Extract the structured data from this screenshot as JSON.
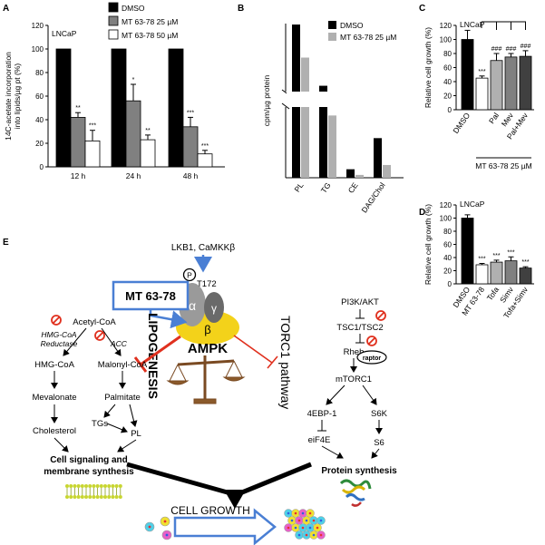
{
  "panel_letters": {
    "a": "A",
    "b": "B",
    "c": "C",
    "d": "D",
    "e": "E"
  },
  "chart_data": [
    {
      "type": "bar",
      "panel": "A",
      "cell_line": "LNCaP",
      "ylabel": "14C-acetate incorporation into lipids/µg pt (%)",
      "ylabel_lines": [
        "14C-acetate incorporation",
        "into lipids/µg pt (%)"
      ],
      "ylim": [
        0,
        120
      ],
      "yticks": [
        "0",
        "20",
        "40",
        "60",
        "80",
        "100",
        "120"
      ],
      "categories": [
        "12 h",
        "24 h",
        "48 h"
      ],
      "series": [
        {
          "name": "DMSO",
          "color": "#000000",
          "values": [
            100,
            100,
            100
          ],
          "errors": [
            0,
            0,
            0
          ],
          "stars": [
            "",
            "",
            ""
          ]
        },
        {
          "name": "MT 63-78 25 µM",
          "color": "#808080",
          "values": [
            42,
            56,
            34
          ],
          "errors": [
            4,
            14,
            8
          ],
          "stars": [
            "**",
            "*",
            "***"
          ]
        },
        {
          "name": "MT 63-78 50 µM",
          "color": "#ffffff",
          "values": [
            22,
            23,
            11
          ],
          "errors": [
            9,
            4,
            3
          ],
          "stars": [
            "***",
            "**",
            "***"
          ]
        }
      ]
    },
    {
      "type": "bar",
      "panel": "B",
      "ylabel": "cpm/µg protein",
      "categories": [
        "PL",
        "TG",
        "CE",
        "DAG/Chol"
      ],
      "series": [
        {
          "name": "DMSO",
          "color": "#000000",
          "values": [
            228,
            102,
            3,
            14
          ]
        },
        {
          "name": "MT 63-78 25 µM",
          "color": "#b0b0b0",
          "values": [
            160,
            22,
            1,
            4.5
          ]
        }
      ],
      "axis_break": true,
      "lower_ylim": [
        0,
        25
      ],
      "upper_ylim": [
        90,
        230
      ]
    },
    {
      "type": "bar",
      "panel": "C",
      "cell_line": "LNCaP",
      "ylabel": "Relative cell growth (%)",
      "ylim": [
        0,
        120
      ],
      "yticks": [
        "0",
        "20",
        "40",
        "60",
        "80",
        "100",
        "120"
      ],
      "categories": [
        "DMSO",
        "",
        "Pal",
        "Mev",
        "Pal+Mev"
      ],
      "values": [
        100,
        45,
        70,
        75,
        76
      ],
      "errors": [
        13,
        3,
        10,
        5,
        8
      ],
      "colors": [
        "#000000",
        "#ffffff",
        "#b0b0b0",
        "#808080",
        "#404040"
      ],
      "stars": [
        "",
        "***",
        "###",
        "###",
        "###"
      ],
      "group_label": "MT 63-78 25 µM"
    },
    {
      "type": "bar",
      "panel": "D",
      "cell_line": "LNCaP",
      "ylabel": "Relative cell growth (%)",
      "ylim": [
        0,
        120
      ],
      "yticks": [
        "0",
        "20",
        "40",
        "60",
        "80",
        "100",
        "120"
      ],
      "categories": [
        "DMSO",
        "MT 63-78",
        "Tofa",
        "Simv",
        "Tofa+Simv"
      ],
      "values": [
        100,
        29,
        33,
        35,
        24
      ],
      "errors": [
        5,
        2,
        3,
        6,
        2
      ],
      "colors": [
        "#000000",
        "#ffffff",
        "#b0b0b0",
        "#808080",
        "#404040"
      ],
      "stars": [
        "",
        "***",
        "***",
        "***",
        "***"
      ]
    }
  ],
  "diagram": {
    "upstream": "LKB1, CaMKKβ",
    "phospho": "P",
    "t172": "T172",
    "alpha": "α",
    "gamma": "γ",
    "beta": "β",
    "ampk": "AMPK",
    "drug": "MT 63-78",
    "lipogenesis": "LIPOGENESIS",
    "torc1": "TORC1 pathway",
    "acetyl": "Acetyl-CoA",
    "hmgcoa_red": "HMG-CoA",
    "hmgcoa_red2": "Reductase",
    "acc": "ACC",
    "hmgcoa": "HMG-CoA",
    "malonyl": "Malonyl-CoA",
    "mevalonate": "Mevalonate",
    "palmitate": "Palmitate",
    "tgs": "TGs",
    "pl": "PL",
    "cholesterol": "Cholesterol",
    "cell_sig1": "Cell signaling and",
    "cell_sig2": "membrane synthesis",
    "pi3k": "PI3K/AKT",
    "tsc": "TSC1/TSC2",
    "rheb": "Rheb",
    "raptor": "raptor",
    "mtorc1": "mTORC1",
    "ebp": "4EBP-1",
    "s6k": "S6K",
    "eif4e": "eiF4E",
    "s6": "S6",
    "protein": "Protein synthesis",
    "growth": "CELL GROWTH"
  }
}
